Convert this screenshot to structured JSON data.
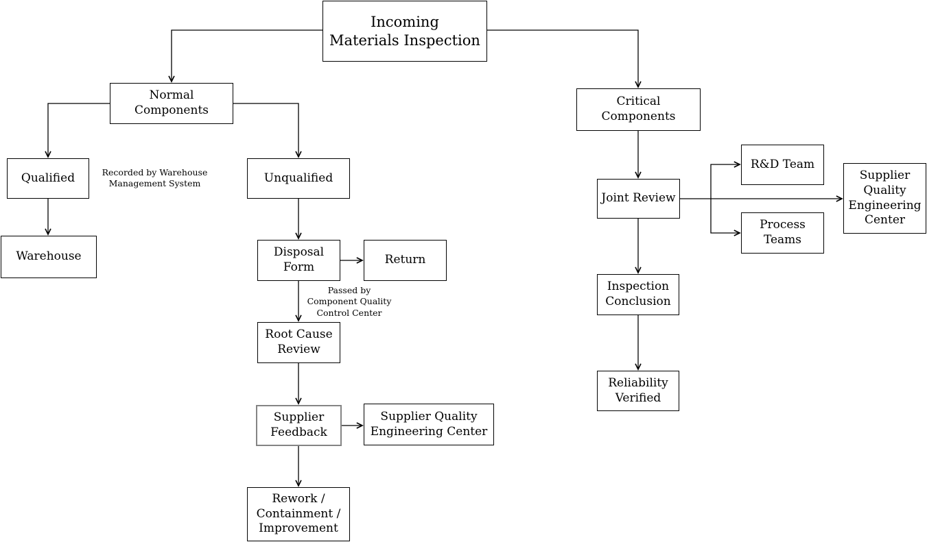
{
  "diagram": {
    "background_color": "#ffffff",
    "box_border_color": "#000000",
    "selected_border_color": "#848484",
    "text_color": "#000000"
  },
  "nodes": {
    "incoming": {
      "label": "Incoming\nMaterials Inspection"
    },
    "normal": {
      "label": "Normal Components"
    },
    "critical": {
      "label": "Critical Components"
    },
    "qualified": {
      "label": "Qualified"
    },
    "unqualified": {
      "label": "Unqualified"
    },
    "warehouse": {
      "label": "Warehouse"
    },
    "disposal_form": {
      "label": "Disposal\nForm"
    },
    "return": {
      "label": "Return"
    },
    "root_cause_review": {
      "label": "Root Cause\nReview"
    },
    "supplier_feedback": {
      "label": "Supplier\nFeedback"
    },
    "sqec_left": {
      "label": "Supplier Quality\nEngineering Center"
    },
    "rework": {
      "label": "Rework /\nContainment /\nImprovement"
    },
    "joint_review": {
      "label": "Joint Review"
    },
    "rnd_team": {
      "label": "R&D Team"
    },
    "process_teams": {
      "label": "Process\nTeams"
    },
    "sqec_right": {
      "label": "Supplier\nQuality\nEngineering\nCenter"
    },
    "inspection_conclusion": {
      "label": "Inspection\nConclusion"
    },
    "reliability_verified": {
      "label": "Reliability\nVerified"
    }
  },
  "annotations": {
    "recorded_by": "Recorded by Warehouse\nManagement System",
    "passed_by": "Passed by\nComponent Quality\nControl Center"
  }
}
